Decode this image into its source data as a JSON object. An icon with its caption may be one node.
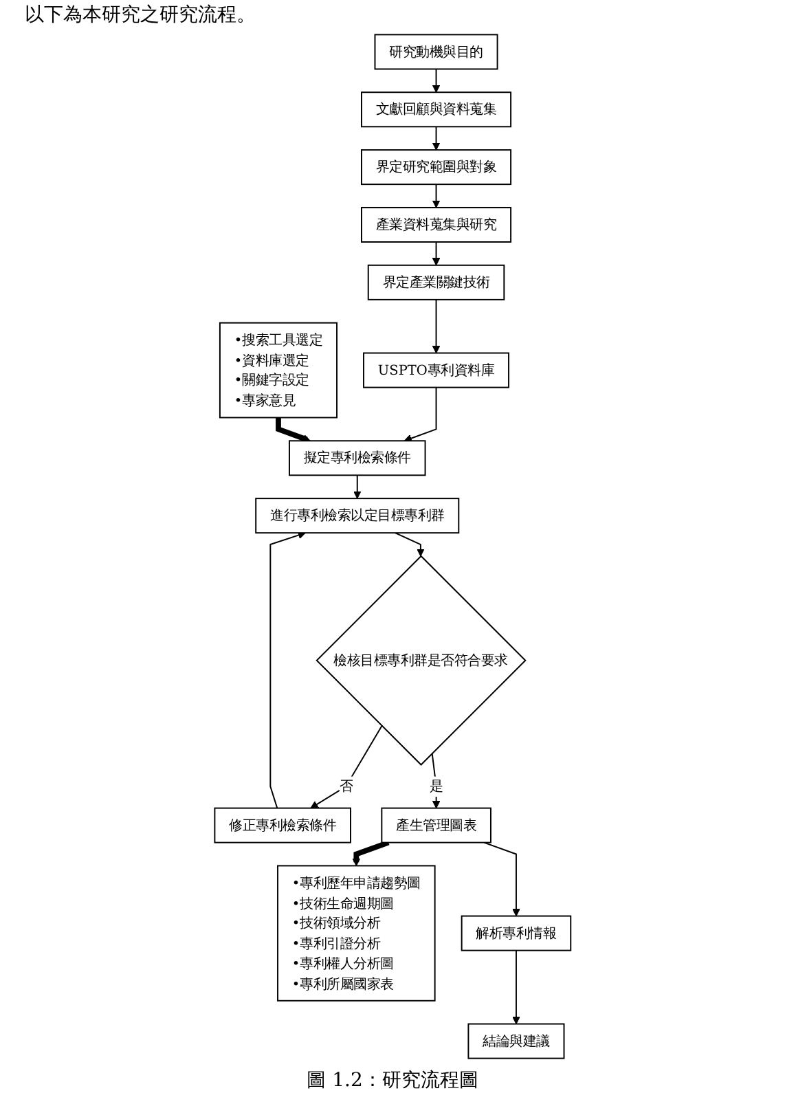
{
  "diagram": {
    "caption": "圖 1.2：研究流程圖",
    "nodes": [
      {
        "text": [
          "研究動機與目的"
        ]
      },
      {
        "text": [
          "文獻回顧與資料蒐集"
        ]
      },
      {
        "text": [
          "界定研究範圍與對象"
        ]
      },
      {
        "text": [
          "產業資料蒐集與研究"
        ]
      },
      {
        "text": [
          "界定產業關鍵技術"
        ]
      },
      {
        "text": [
          "USPTO專利資料庫"
        ]
      },
      {
        "text": [
          "擬定專利檢索條件"
        ]
      },
      {
        "text": [
          "•搜索工具選定",
          "•資料庫選定",
          "•關鍵字設定",
          "•專家意見"
        ]
      },
      {
        "text": [
          "進行專利檢索以定目標專利群"
        ]
      },
      {
        "text": [
          "修正專利檢索條件"
        ]
      },
      {
        "text": [
          "檢核目標專利群是否符合要求"
        ]
      },
      {
        "text": [
          "產生管理圖表"
        ]
      },
      {
        "text": [
          "•專利歷年申請趨勢圖",
          "•技術生命週期圖",
          "•技術領域分析",
          "•專利引證分析",
          "•專利權人分析圖",
          "•專利所屬國家表"
        ]
      },
      {
        "text": [
          "解析專利情報"
        ]
      },
      {
        "text": [
          "結論與建議"
        ]
      }
    ],
    "edges": [
      {
        "from": 0,
        "to": 1,
        "arrow": "to"
      },
      {
        "from": 1,
        "to": 2,
        "arrow": "to"
      },
      {
        "from": 2,
        "to": 3,
        "arrow": "to"
      },
      {
        "from": 3,
        "to": 4,
        "arrow": "to"
      },
      {
        "from": 4,
        "to": 5,
        "arrow": "to"
      },
      {
        "from": 5,
        "to": 6,
        "arrow": "to"
      },
      {
        "from": 7,
        "to": 6,
        "arrow": "to",
        "style": "thick"
      },
      {
        "from": 6,
        "to": 8,
        "arrow": "to"
      },
      {
        "from": 8,
        "to": 10,
        "arrow": "to"
      },
      {
        "from": 10,
        "to": 9,
        "arrow": "to",
        "label": "否"
      },
      {
        "from": 9,
        "to": 8,
        "arrow": "to"
      },
      {
        "from": 10,
        "to": 11,
        "arrow": "to",
        "label": "是"
      },
      {
        "from": 11,
        "to": 12,
        "arrow": "to",
        "style": "thick"
      },
      {
        "from": 11,
        "to": 13,
        "arrow": "to"
      },
      {
        "from": 13,
        "to": 14,
        "arrow": "to"
      }
    ],
    "labels": [
      "以下為本研究之研究流程。"
    ]
  }
}
